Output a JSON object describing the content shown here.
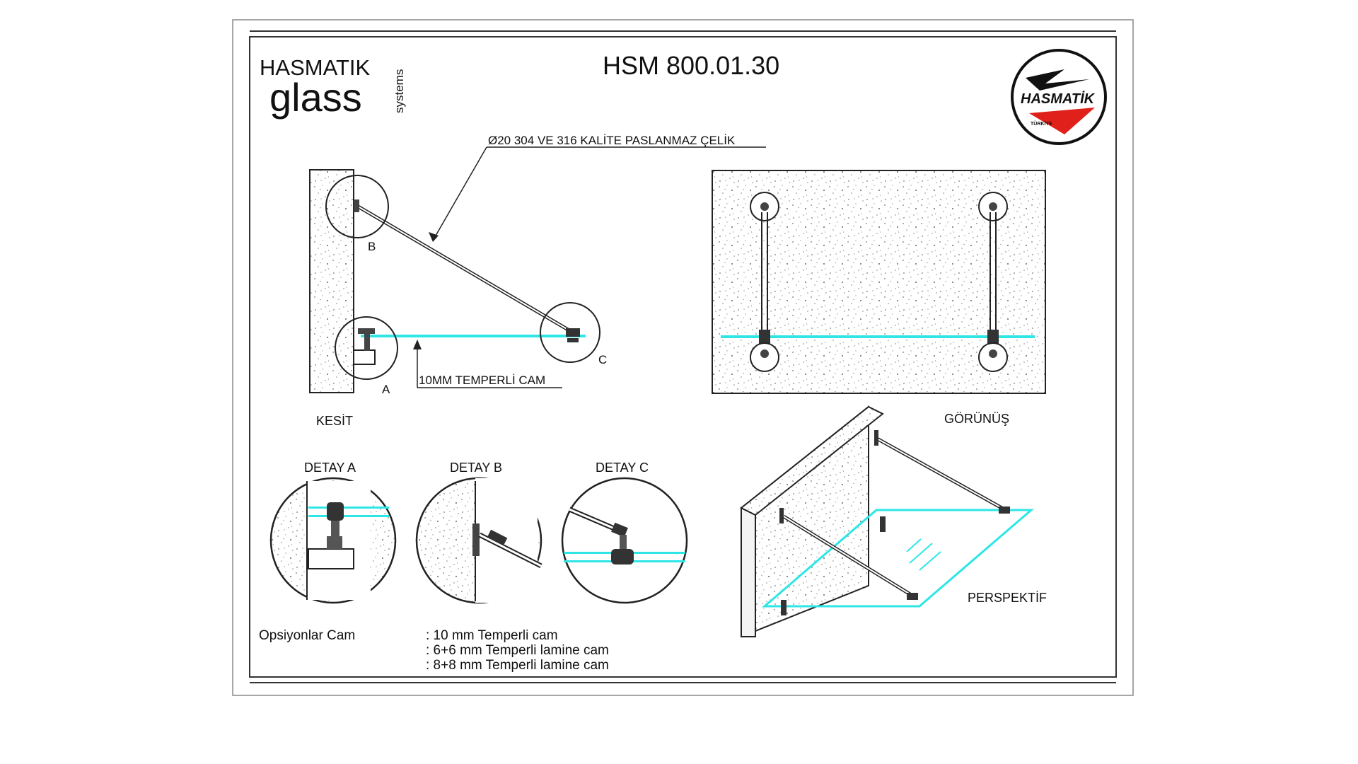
{
  "brand": {
    "line1": "HASMATIK",
    "line2": "glass",
    "line3": "systems"
  },
  "code": "HSM 800.01.30",
  "logo": {
    "text": "HASMATİK",
    "sub": "TÜRKİYE",
    "colors": {
      "red": "#e0201a",
      "black": "#111111"
    }
  },
  "annotations": {
    "rod": "Ø20 304 VE 316 KALİTE PASLANMAZ ÇELİK",
    "glass": "10MM TEMPERLİ CAM",
    "point_a": "A",
    "point_b": "B",
    "point_c": "C"
  },
  "views": {
    "section": "KESİT",
    "front": "GÖRÜNÜŞ",
    "perspective": "PERSPEKTİF"
  },
  "details": {
    "a": "DETAY A",
    "b": "DETAY B",
    "c": "DETAY C"
  },
  "options": {
    "label": "Opsiyonlar Cam",
    "items": [
      ": 10 mm Temperli cam",
      ": 6+6 mm Temperli lamine cam",
      ": 8+8 mm Temperli lamine cam"
    ]
  },
  "colors": {
    "glass": "#2ee6e6",
    "line": "#222222",
    "frame": "#555555"
  }
}
